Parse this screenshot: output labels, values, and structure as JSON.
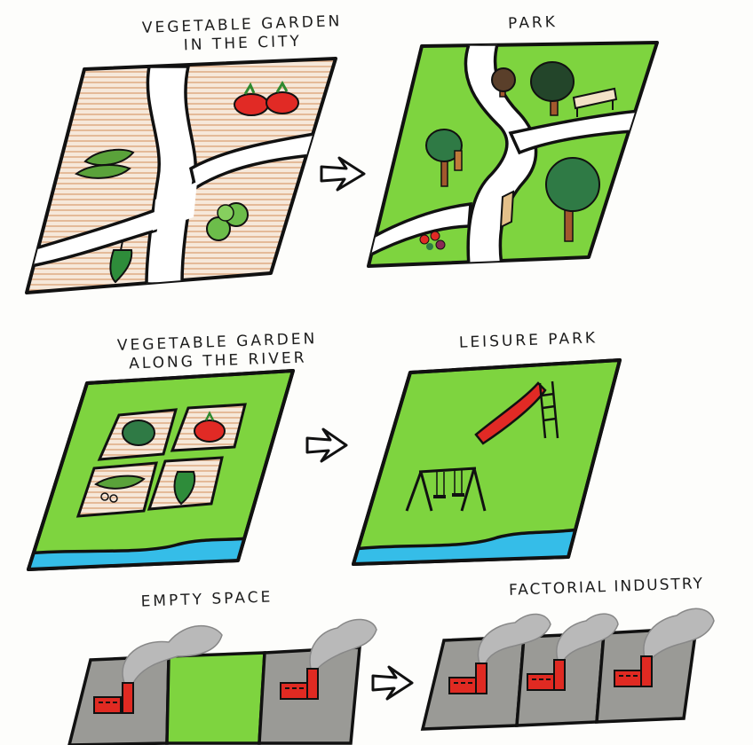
{
  "colors": {
    "grass": "#7ed43f",
    "soil": "#c86a2a",
    "river": "#35bde8",
    "ground": "#9a9a96",
    "factory": "#e02a22",
    "smoke": "#b9b9b9",
    "tomato": "#e12a25",
    "trunk": "#a2582d",
    "tree": "#2f7a45",
    "outline": "#111111"
  },
  "rows": [
    {
      "before": {
        "title_line1": "VEGETABLE GARDEN",
        "title_line2": "IN THE CITY",
        "icons": [
          "tomato-icon",
          "leaf-icon",
          "lettuce-icon",
          "pepper-icon"
        ]
      },
      "after": {
        "title_line1": "PARK",
        "icons": [
          "tree-icon",
          "bench-icon",
          "flower-icon"
        ]
      }
    },
    {
      "before": {
        "title_line1": "VEGETABLE GARDEN",
        "title_line2": "ALONG THE RIVER",
        "icons": [
          "lettuce-icon",
          "tomato-icon",
          "pea-pod-icon",
          "pepper-icon"
        ]
      },
      "after": {
        "title_line1": "LEISURE PARK",
        "icons": [
          "slide-icon",
          "swing-icon"
        ]
      }
    },
    {
      "before": {
        "title_line1": "EMPTY SPACE",
        "icons": [
          "factory-icon",
          "factory-icon"
        ]
      },
      "after": {
        "title_line1": "FACTORIAL INDUSTRY",
        "icons": [
          "factory-icon",
          "factory-icon",
          "factory-icon"
        ]
      }
    }
  ],
  "arrow_icon": "arrow-right-icon"
}
